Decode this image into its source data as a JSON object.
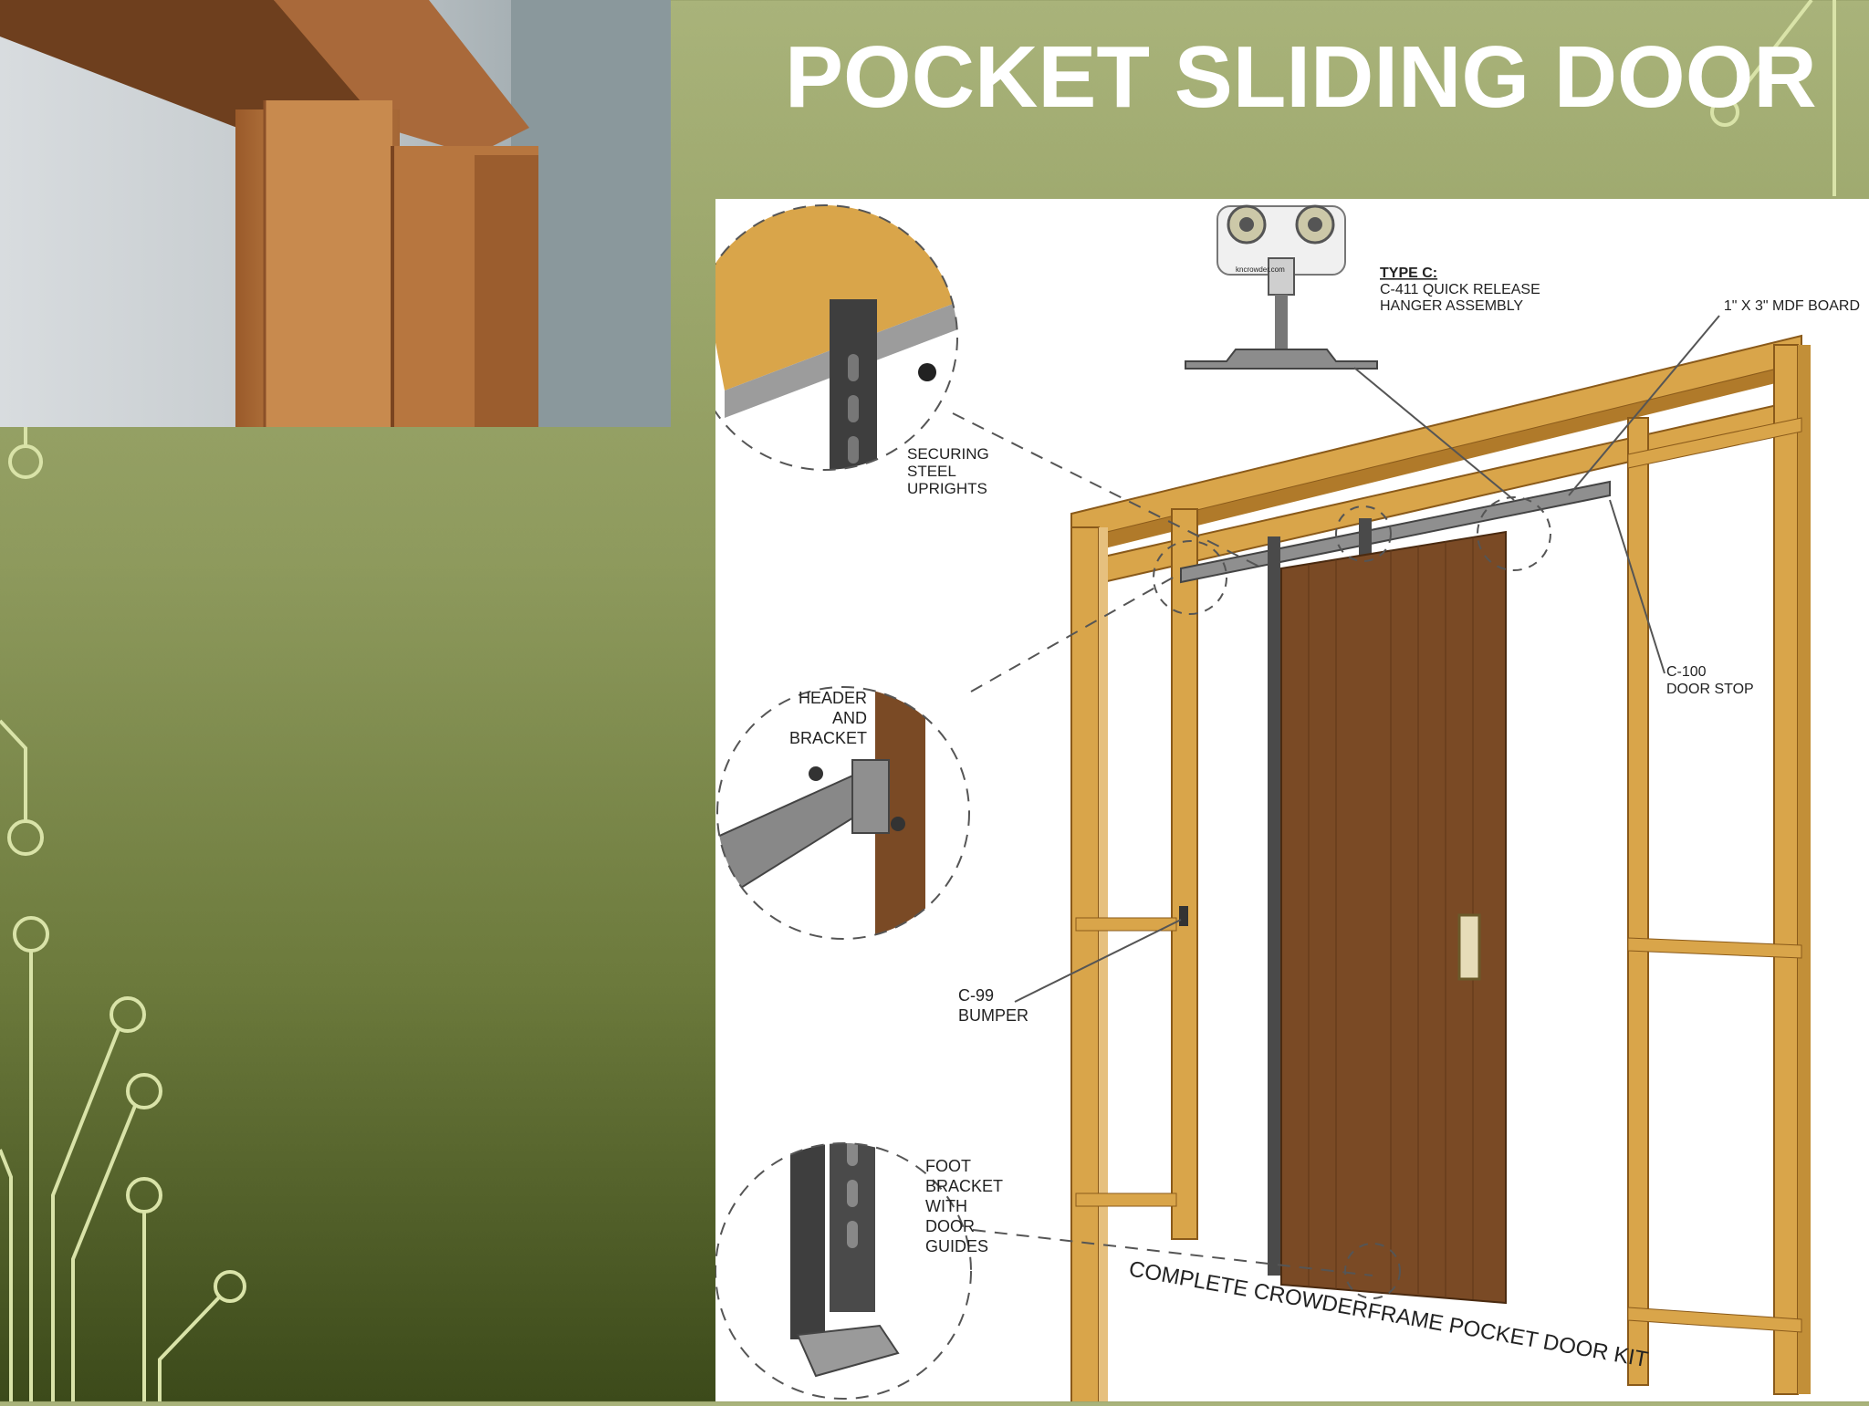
{
  "slide": {
    "title": "POCKET SLIDING DOOR"
  },
  "diagram": {
    "kit_caption": "COMPLETE CROWDERFRAME POCKET DOOR KIT",
    "type_heading": "TYPE C:",
    "type_line1": "C-411 QUICK RELEASE",
    "type_line2": "HANGER ASSEMBLY",
    "mdf_board": "1\" X 3\" MDF BOARD",
    "door_stop_code": "C-100",
    "door_stop_label": "DOOR STOP",
    "bumper_code": "C-99",
    "bumper_label": "BUMPER",
    "securing_1": "SECURING",
    "securing_2": "STEEL",
    "securing_3": "UPRIGHTS",
    "header_1": "HEADER",
    "header_2": "AND",
    "header_3": "BRACKET",
    "foot_1": "FOOT",
    "foot_2": "BRACKET",
    "foot_3": "WITH",
    "foot_4": "DOOR",
    "foot_5": "GUIDES",
    "hanger_brand": "kncrowder.com"
  },
  "colors": {
    "wood_light": "#d9a54a",
    "wood_door": "#7a4a25",
    "steel": "#4a4a4a",
    "circuit_line": "#d9e3a8"
  }
}
